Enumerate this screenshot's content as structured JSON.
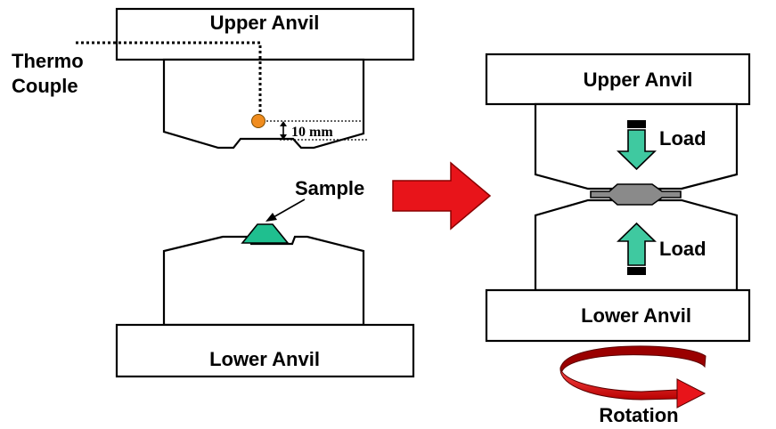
{
  "diagram": {
    "left": {
      "upper_anvil_label": "Upper Anvil",
      "lower_anvil_label": "Lower Anvil",
      "thermocouple_label_line1": "Thermo",
      "thermocouple_label_line2": "Couple",
      "distance_label": "10 mm",
      "sample_label": "Sample"
    },
    "right": {
      "upper_anvil_label": "Upper Anvil",
      "lower_anvil_label": "Lower Anvil",
      "load_top_label": "Load",
      "load_bottom_label": "Load",
      "rotation_label": "Rotation"
    }
  },
  "colors": {
    "sample_fill": "#1fbf8f",
    "load_arrow": "#3fc9a0",
    "process_arrow": "#e8141a",
    "thermocouple_tip": "#f08c1e",
    "compressed_sample": "#8a8a8a"
  }
}
